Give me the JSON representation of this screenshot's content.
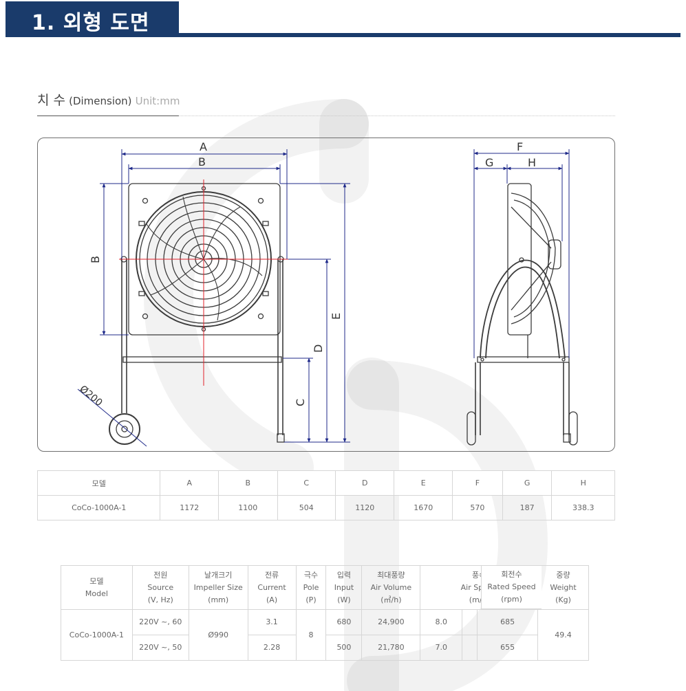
{
  "header": {
    "title": "1. 외형 도면"
  },
  "section": {
    "title_ko": "치 수",
    "title_en": "(Dimension)",
    "unit": "Unit:mm"
  },
  "drawing": {
    "front": {
      "labels": {
        "A": "A",
        "B_top": "B",
        "B_side": "B",
        "C": "C",
        "D": "D",
        "E": "E",
        "wheel": "Ø200"
      }
    },
    "side": {
      "labels": {
        "F": "F",
        "G": "G",
        "H": "H"
      }
    },
    "colors": {
      "line": "#3b3b3b",
      "dimension": "#1f2a8a",
      "center": "#e0202a"
    }
  },
  "dimension_table": {
    "headers": [
      "모델",
      "A",
      "B",
      "C",
      "D",
      "E",
      "F",
      "G",
      "H"
    ],
    "rows": [
      [
        "CoCo-1000A-1",
        "1172",
        "1100",
        "504",
        "1120",
        "1670",
        "570",
        "187",
        "338.3"
      ]
    ]
  },
  "spec_table": {
    "headers": [
      {
        "ko": "모델",
        "en": "Model",
        "unit": ""
      },
      {
        "ko": "전원",
        "en": "Source",
        "unit": "(V, Hz)"
      },
      {
        "ko": "날개크기",
        "en": "Impeller Size",
        "unit": "(mm)"
      },
      {
        "ko": "전류",
        "en": "Current",
        "unit": "(A)"
      },
      {
        "ko": "극수",
        "en": "Pole",
        "unit": "(P)"
      },
      {
        "ko": "입력",
        "en": "Input",
        "unit": "(W)"
      },
      {
        "ko": "최대풍량",
        "en": "Air Volume",
        "unit": "(㎥/h)"
      },
      {
        "ko": "풍속",
        "en": "Air Speed",
        "unit": "(m/s)"
      },
      {
        "ko": "회전수",
        "en": "Rated Speed",
        "unit": "(rpm)"
      },
      {
        "ko": "중량",
        "en": "Weight",
        "unit": "(Kg)"
      }
    ],
    "model": "CoCo-1000A-1",
    "impeller": "Ø990",
    "pole": "8",
    "weight": "49.4",
    "rows": [
      {
        "source": "220V ~, 60",
        "current": "3.1",
        "input": "680",
        "air_volume": "24,900",
        "air_speed": "8.0",
        "rpm": "685"
      },
      {
        "source": "220V ~, 50",
        "current": "2.28",
        "input": "500",
        "air_volume": "21,780",
        "air_speed": "7.0",
        "rpm": "655"
      }
    ]
  }
}
